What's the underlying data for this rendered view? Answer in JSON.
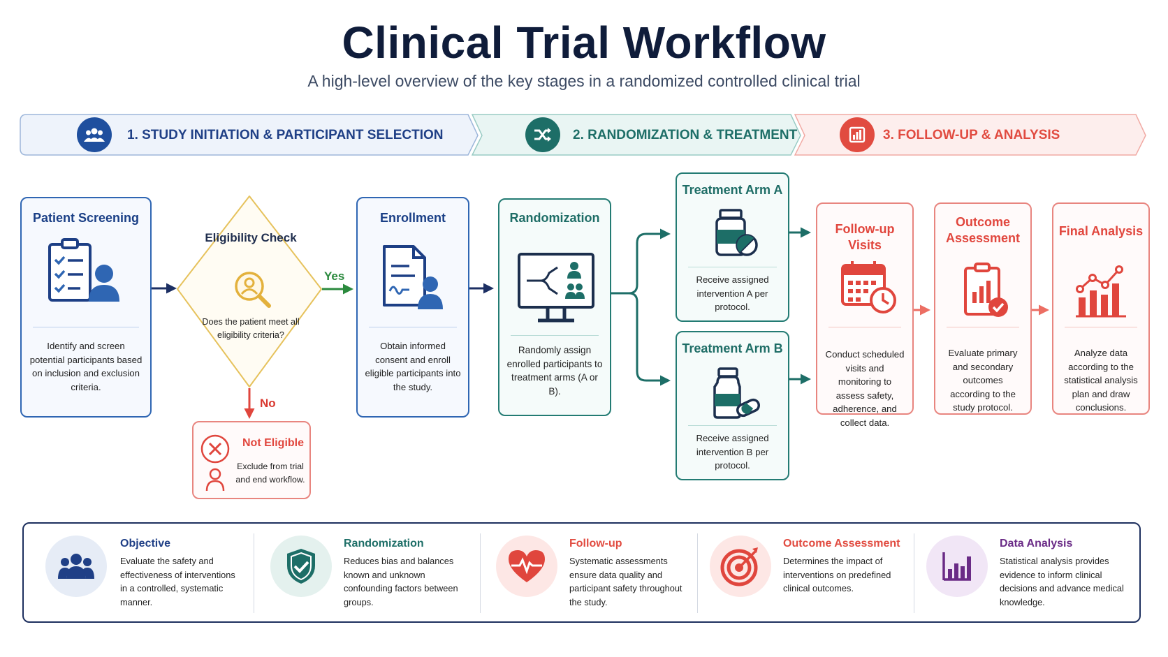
{
  "header": {
    "title": "Clinical Trial Workflow",
    "subtitle": "A high-level overview of the key stages in a randomized controlled clinical trial"
  },
  "phases": [
    {
      "label": "1. STUDY INITIATION & PARTICIPANT SELECTION",
      "icon": "people-group-icon",
      "color": "#1f4f9e"
    },
    {
      "label": "2. RANDOMIZATION & TREATMENT",
      "icon": "shuffle-icon",
      "color": "#1d6e67"
    },
    {
      "label": "3. FOLLOW-UP & ANALYSIS",
      "icon": "bar-chart-icon",
      "color": "#e14b40"
    }
  ],
  "nodes": {
    "screening": {
      "title": "Patient Screening",
      "desc": "Identify and screen potential participants based on inclusion and exclusion criteria.",
      "icon": "clipboard-person-icon"
    },
    "eligibility": {
      "title": "Eligibility Check",
      "desc": "Does the patient meet all eligibility criteria?",
      "icon": "magnifier-person-icon",
      "yes": "Yes",
      "no": "No"
    },
    "not_eligible": {
      "title": "Not Eligible",
      "desc": "Exclude from trial and end workflow.",
      "icon": "x-circle-icon"
    },
    "enrollment": {
      "title": "Enrollment",
      "desc": "Obtain informed consent and enroll eligible participants into the study.",
      "icon": "document-person-icon"
    },
    "randomization": {
      "title": "Randomization",
      "desc": "Randomly assign enrolled participants to treatment arms (A or B).",
      "icon": "monitor-split-icon"
    },
    "arm_a": {
      "title": "Treatment Arm A",
      "desc": "Receive assigned intervention A per protocol.",
      "icon": "pill-bottle-icon"
    },
    "arm_b": {
      "title": "Treatment Arm B",
      "desc": "Receive assigned intervention B per protocol.",
      "icon": "pill-bottle-icon"
    },
    "followup": {
      "title": "Follow-up Visits",
      "desc": "Conduct scheduled visits and monitoring to assess safety, adherence, and collect data.",
      "icon": "calendar-clock-icon"
    },
    "outcome": {
      "title": "Outcome Assessment",
      "desc": "Evaluate primary and secondary outcomes according to the study protocol.",
      "icon": "clipboard-chart-icon"
    },
    "final": {
      "title": "Final Analysis",
      "desc": "Analyze data according to the statistical analysis plan and draw conclusions.",
      "icon": "bar-trend-icon"
    }
  },
  "summary": [
    {
      "title": "Objective",
      "desc": "Evaluate the safety and effectiveness of interventions in a controlled, systematic manner.",
      "icon": "people-group-icon",
      "color": "#1f3f86"
    },
    {
      "title": "Randomization",
      "desc": "Reduces bias and balances known and unknown confounding factors between groups.",
      "icon": "shield-check-icon",
      "color": "#1d6e67"
    },
    {
      "title": "Follow-up",
      "desc": "Systematic assessments ensure data quality and participant safety throughout the study.",
      "icon": "heart-pulse-icon",
      "color": "#e14b40"
    },
    {
      "title": "Outcome Assessment",
      "desc": "Determines the impact of interventions on predefined clinical outcomes.",
      "icon": "target-icon",
      "color": "#e14b40"
    },
    {
      "title": "Data Analysis",
      "desc": "Statistical analysis provides evidence to inform clinical decisions and advance medical knowledge.",
      "icon": "bar-chart-icon",
      "color": "#6a2b86"
    }
  ]
}
